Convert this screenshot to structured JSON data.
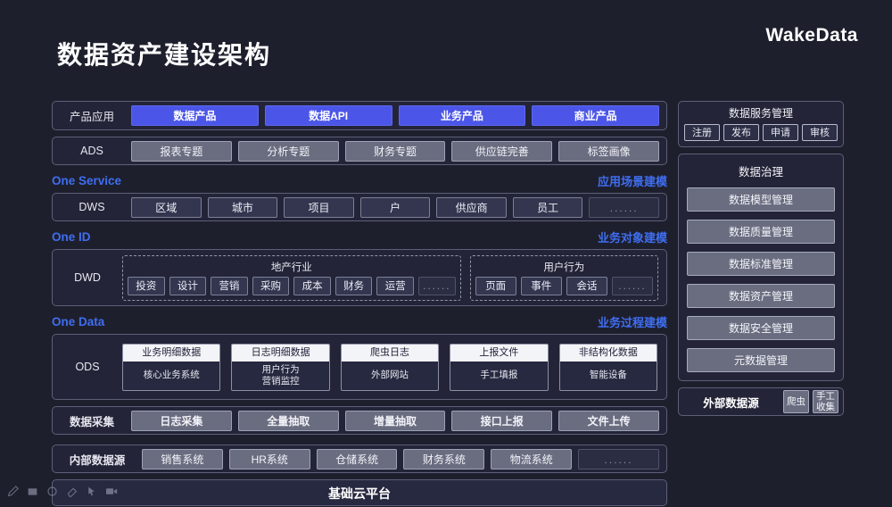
{
  "header": {
    "title": "数据资产建设架构",
    "logo": "WakeData"
  },
  "rows": {
    "product": {
      "label": "产品应用",
      "cells": [
        "数据产品",
        "数据API",
        "业务产品",
        "商业产品"
      ]
    },
    "ads": {
      "label": "ADS",
      "cells": [
        "报表专题",
        "分析专题",
        "财务专题",
        "供应链完善",
        "标签画像"
      ]
    },
    "dws": {
      "label": "DWS",
      "cells": [
        "区域",
        "城市",
        "项目",
        "户",
        "供应商",
        "员工",
        "......"
      ]
    },
    "dwd": {
      "label": "DWD",
      "groups": [
        {
          "title": "地产行业",
          "cells": [
            "投资",
            "设计",
            "营销",
            "采购",
            "成本",
            "财务",
            "运营",
            "......"
          ]
        },
        {
          "title": "用户行为",
          "cells": [
            "页面",
            "事件",
            "会话",
            "......"
          ]
        }
      ]
    },
    "ods": {
      "label": "ODS",
      "cards": [
        {
          "head": "业务明细数据",
          "body": "核心业务系统"
        },
        {
          "head": "日志明细数据",
          "body": "用户行为\n营销监控"
        },
        {
          "head": "爬虫日志",
          "body": "外部网站"
        },
        {
          "head": "上报文件",
          "body": "手工填报"
        },
        {
          "head": "非结构化数据",
          "body": "智能设备"
        }
      ]
    },
    "collect": {
      "label": "数据采集",
      "cells": [
        "日志采集",
        "全量抽取",
        "增量抽取",
        "接口上报",
        "文件上传"
      ]
    },
    "internal": {
      "label": "内部数据源",
      "cells": [
        "销售系统",
        "HR系统",
        "仓储系统",
        "财务系统",
        "物流系统",
        "......"
      ]
    },
    "cloud": {
      "label": "基础云平台"
    }
  },
  "sections": [
    {
      "left": "One Service",
      "right": "应用场景建模"
    },
    {
      "left": "One ID",
      "right": "业务对象建模"
    },
    {
      "left": "One Data",
      "right": "业务过程建模"
    }
  ],
  "right": {
    "service": {
      "title": "数据服务管理",
      "cells": [
        "注册",
        "发布",
        "申请",
        "审核"
      ]
    },
    "governance": {
      "title": "数据治理",
      "items": [
        "数据模型管理",
        "数据质量管理",
        "数据标准管理",
        "数据资产管理",
        "数据安全管理",
        "元数据管理"
      ]
    },
    "external": {
      "label": "外部数据源",
      "cells": [
        "爬虫",
        "手工收集"
      ]
    }
  },
  "toolbar": {
    "icons": [
      "pen-icon",
      "rectangle-icon",
      "ellipse-icon",
      "eraser-icon",
      "cursor-icon",
      "camera-icon"
    ]
  },
  "colors": {
    "background": "#1e1f2d",
    "accent_blue": "#4b56e8",
    "section_label": "#3f6ef0",
    "gray_cell": "#6a6d80",
    "panel_border": "#5c6078"
  }
}
